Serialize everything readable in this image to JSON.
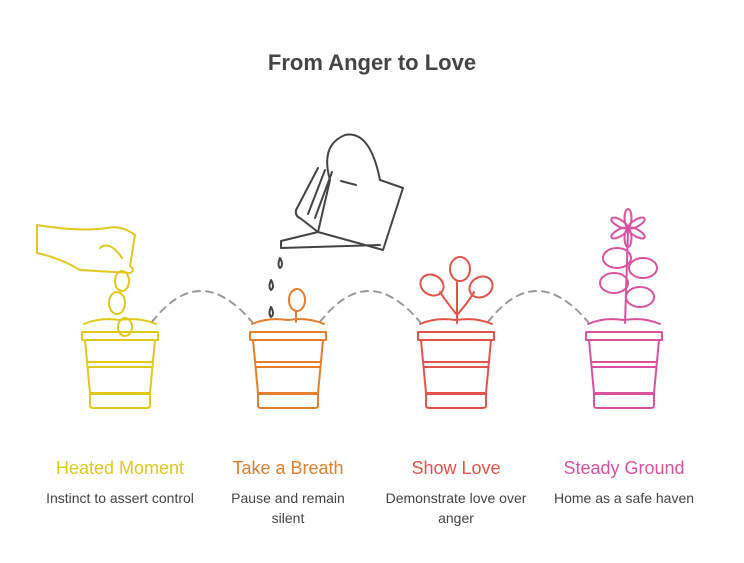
{
  "title": "From Anger to Love",
  "steps": [
    {
      "title": "Heated Moment",
      "description": "Instinct to assert control",
      "color": "#e0c81c",
      "icon": "hand-dropping-seeds"
    },
    {
      "title": "Take a Breath",
      "description": "Pause and remain silent",
      "color": "#e27e2e",
      "icon": "sprout-watering"
    },
    {
      "title": "Show Love",
      "description": "Demonstrate love over anger",
      "color": "#e2544a",
      "icon": "leafy-plant"
    },
    {
      "title": "Steady Ground",
      "description": "Home as a safe haven",
      "color": "#d9529f",
      "icon": "flowering-plant"
    }
  ]
}
